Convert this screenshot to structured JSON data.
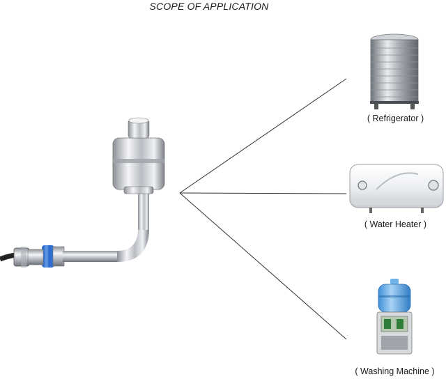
{
  "title": "SCOPE OF APPLICATION",
  "products": [
    {
      "label": "( Refrigerator )",
      "icon": "water-tank-icon"
    },
    {
      "label": "( Water Heater )",
      "icon": "water-heater-icon"
    },
    {
      "label": "( Washing Machine )",
      "icon": "water-dispenser-icon"
    }
  ],
  "main_image": "float-switch-sensor",
  "colors": {
    "line": "#333333",
    "steel": "#c9ccd1",
    "accent_blue": "#2f6fd0"
  }
}
